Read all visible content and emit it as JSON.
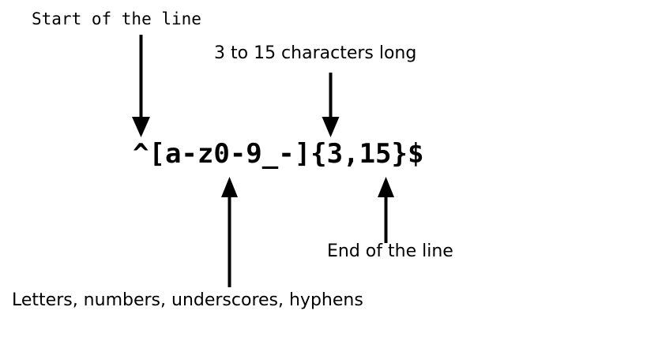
{
  "diagram": {
    "title": "Regular expression annotation diagram",
    "background_color": "#ffffff",
    "ink_color": "#000000",
    "expression": "^[a-z0-9_-]{3,15}$",
    "annotations": [
      {
        "id": "start-of-line",
        "label": "Start of the line",
        "font_style": "monospace",
        "arrow_direction": "down",
        "targets": "^"
      },
      {
        "id": "length",
        "label": "3 to 15 characters long",
        "font_style": "sans-serif",
        "arrow_direction": "down",
        "targets": "{3,15}"
      },
      {
        "id": "char-class",
        "label": "Letters, numbers, underscores, hyphens",
        "font_style": "sans-serif",
        "arrow_direction": "up",
        "targets": "[a-z0-9_-]"
      },
      {
        "id": "end-of-line",
        "label": "End of the line",
        "font_style": "sans-serif",
        "arrow_direction": "up",
        "targets": "$"
      }
    ],
    "clipped_glyph": ":"
  }
}
